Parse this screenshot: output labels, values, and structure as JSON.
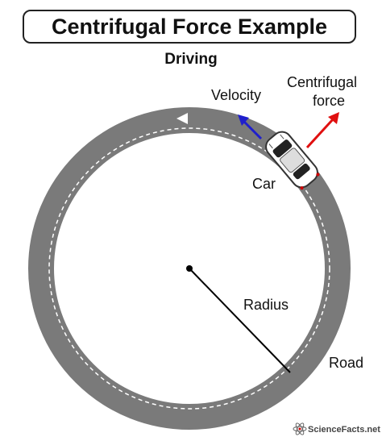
{
  "title": "Centrifugal Force Example",
  "subtitle": "Driving",
  "labels": {
    "velocity": "Velocity",
    "centrifugal_line1": "Centrifugal",
    "centrifugal_line2": "force",
    "car": "Car",
    "radius": "Radius",
    "road": "Road"
  },
  "watermark": "ScienceFacts.net",
  "colors": {
    "road": "#7a7a7a",
    "road_marking": "#ffffff",
    "velocity_arrow": "#1f1fcc",
    "centrifugal_arrow": "#e01010",
    "radius_line": "#000000"
  },
  "icons": [
    "direction-arrowhead-icon",
    "car-icon",
    "atom-logo-icon"
  ]
}
